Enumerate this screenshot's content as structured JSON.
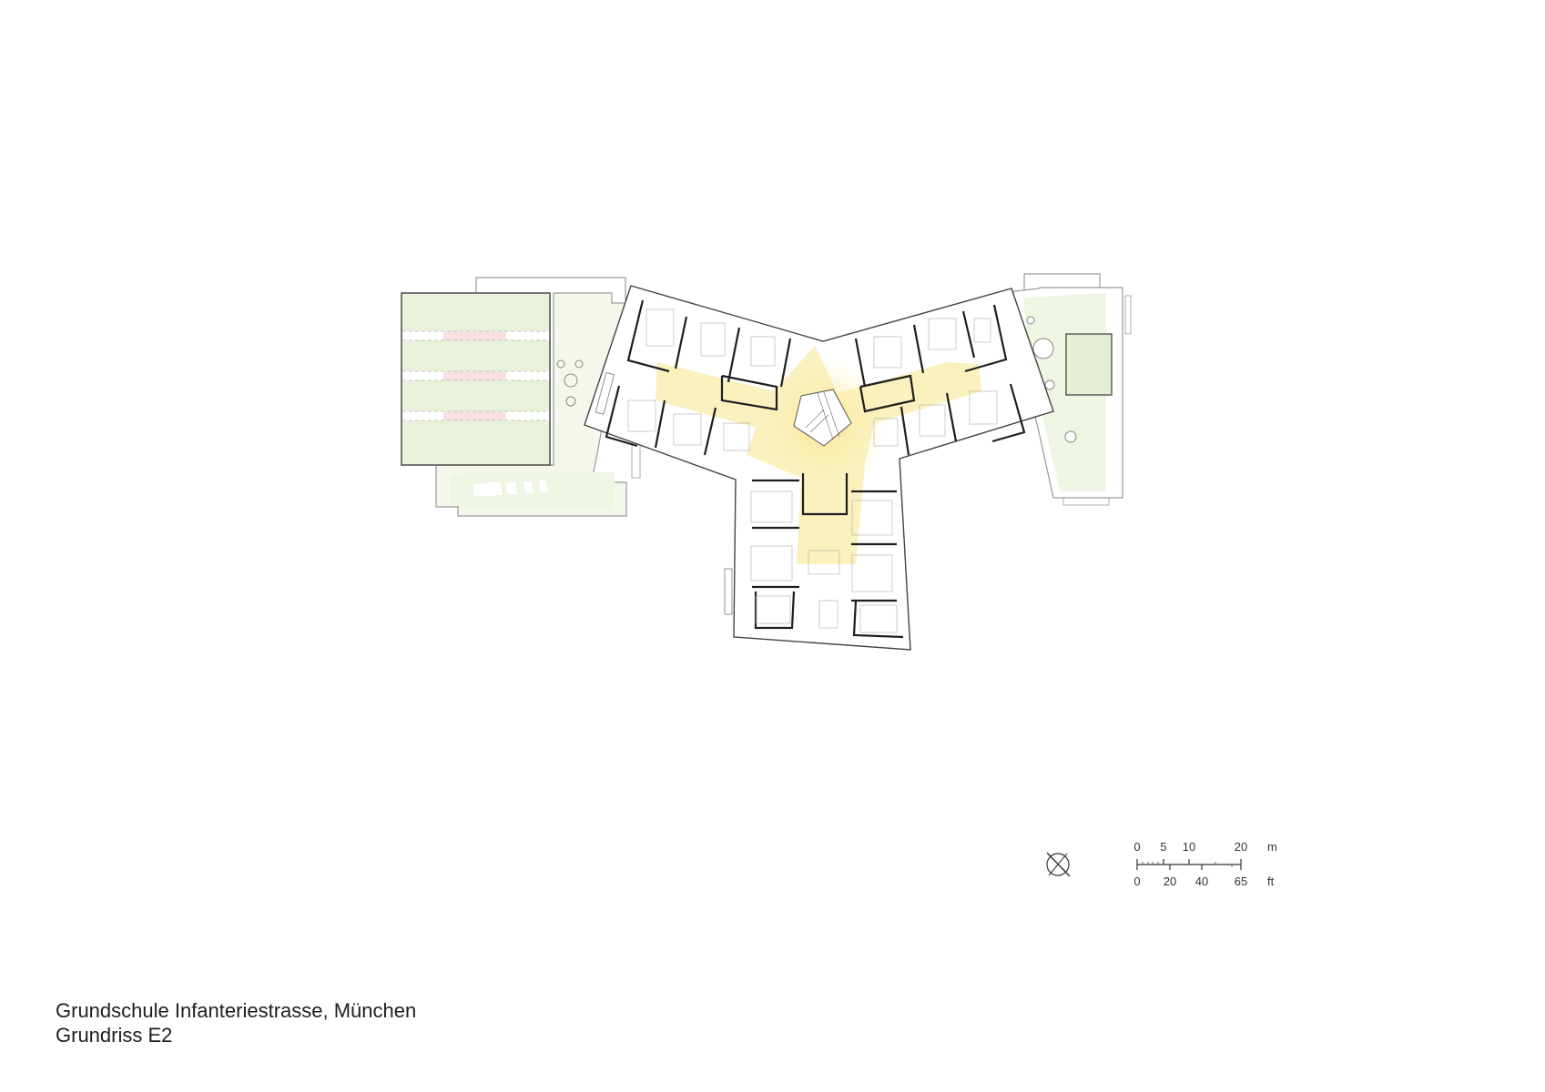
{
  "caption": {
    "title": "Grundschule Infanteriestrasse, München",
    "subtitle": "Grundriss E2"
  },
  "scale_bar": {
    "metric": {
      "ticks": [
        "0",
        "5",
        "10",
        "20"
      ],
      "unit": "m"
    },
    "imperial": {
      "ticks": [
        "0",
        "20",
        "40",
        "65"
      ],
      "unit": "ft"
    }
  },
  "north_arrow": {
    "icon": "north-compass-icon"
  },
  "legend_colors": {
    "green_roof": "#e9f2da",
    "terrace": "#f3f8ea",
    "circulation": "#faefb8",
    "walls": "#222222",
    "outline": "#8a8a8a"
  },
  "plan": {
    "wings": [
      "top-left classroom wing",
      "top-right classroom wing",
      "south classroom wing"
    ],
    "areas": [
      "green roof (gym)",
      "roof terrace west",
      "roof terrace east",
      "central atrium with stair"
    ]
  }
}
